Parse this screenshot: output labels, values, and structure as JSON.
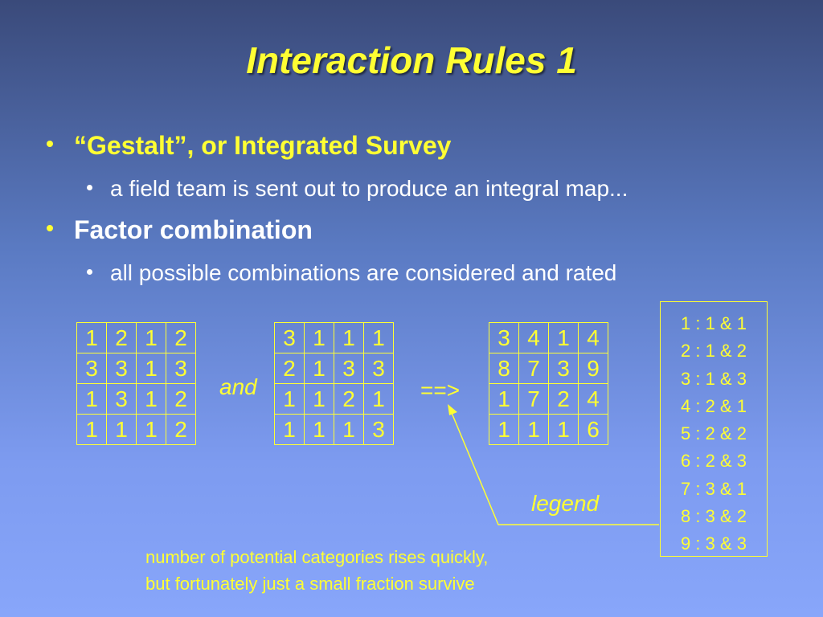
{
  "slide": {
    "title": "Interaction Rules 1",
    "bullets": [
      {
        "text": "“Gestalt”, or Integrated Survey",
        "sub": "a field team is sent out to produce an integral map..."
      },
      {
        "text": "Factor combination",
        "sub": "all possible combinations are considered and rated"
      }
    ],
    "grids": {
      "a": [
        [
          "1",
          "2",
          "1",
          "2"
        ],
        [
          "3",
          "3",
          "1",
          "3"
        ],
        [
          "1",
          "3",
          "1",
          "2"
        ],
        [
          "1",
          "1",
          "1",
          "2"
        ]
      ],
      "b": [
        [
          "3",
          "1",
          "1",
          "1"
        ],
        [
          "2",
          "1",
          "3",
          "3"
        ],
        [
          "1",
          "1",
          "2",
          "1"
        ],
        [
          "1",
          "1",
          "1",
          "3"
        ]
      ],
      "c": [
        [
          "3",
          "4",
          "1",
          "4"
        ],
        [
          "8",
          "7",
          "3",
          "9"
        ],
        [
          "1",
          "7",
          "2",
          "4"
        ],
        [
          "1",
          "1",
          "1",
          "6"
        ]
      ]
    },
    "and_label": "and",
    "arrow_label": "==>",
    "legend_label": "legend",
    "legend_items": [
      "1 : 1 & 1",
      "2 : 1 & 2",
      "3 : 1 & 3",
      "4 : 2 & 1",
      "5 : 2 & 2",
      "6 : 2 & 3",
      "7 : 3 & 1",
      "8 : 3 & 2",
      "9 : 3 & 3"
    ],
    "note": [
      "number of potential categories rises quickly,",
      "but fortunately just a small fraction survive"
    ],
    "colors": {
      "accent": "#ffff33",
      "text": "#ffffff"
    }
  }
}
